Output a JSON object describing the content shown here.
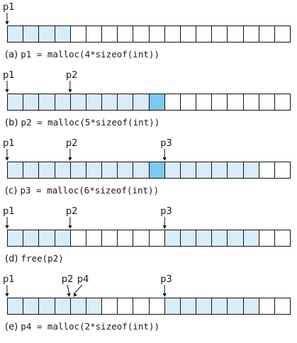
{
  "figure": {
    "total_cells": 18,
    "colors": {
      "allocated": "#d9ecf9",
      "padding": "#7cc9ef",
      "free": "#ffffff",
      "border": "#111111"
    },
    "panels": [
      {
        "id": "a",
        "caption_letter": "(a)",
        "caption_code": "p1 = malloc(4*sizeof(int))",
        "pointers": [
          {
            "label": "p1",
            "cell": 0
          }
        ],
        "cells": [
          "alloc",
          "alloc",
          "alloc",
          "alloc",
          "free",
          "free",
          "free",
          "free",
          "free",
          "free",
          "free",
          "free",
          "free",
          "free",
          "free",
          "free",
          "free",
          "free"
        ]
      },
      {
        "id": "b",
        "caption_letter": "(b)",
        "caption_code": "p2 = malloc(5*sizeof(int))",
        "pointers": [
          {
            "label": "p1",
            "cell": 0
          },
          {
            "label": "p2",
            "cell": 4
          }
        ],
        "cells": [
          "alloc",
          "alloc",
          "alloc",
          "alloc",
          "alloc",
          "alloc",
          "alloc",
          "alloc",
          "alloc",
          "pad",
          "free",
          "free",
          "free",
          "free",
          "free",
          "free",
          "free",
          "free"
        ]
      },
      {
        "id": "c",
        "caption_letter": "(c)",
        "caption_code": "p3 = malloc(6*sizeof(int))",
        "pointers": [
          {
            "label": "p1",
            "cell": 0
          },
          {
            "label": "p2",
            "cell": 4
          },
          {
            "label": "p3",
            "cell": 10
          }
        ],
        "cells": [
          "alloc",
          "alloc",
          "alloc",
          "alloc",
          "alloc",
          "alloc",
          "alloc",
          "alloc",
          "alloc",
          "pad",
          "alloc",
          "alloc",
          "alloc",
          "alloc",
          "alloc",
          "alloc",
          "free",
          "free"
        ]
      },
      {
        "id": "d",
        "caption_letter": "(d)",
        "caption_code": "free(p2)",
        "pointers": [
          {
            "label": "p1",
            "cell": 0
          },
          {
            "label": "p2",
            "cell": 4
          },
          {
            "label": "p3",
            "cell": 10
          }
        ],
        "cells": [
          "alloc",
          "alloc",
          "alloc",
          "alloc",
          "free",
          "free",
          "free",
          "free",
          "free",
          "free",
          "alloc",
          "alloc",
          "alloc",
          "alloc",
          "alloc",
          "alloc",
          "free",
          "free"
        ]
      },
      {
        "id": "e",
        "caption_letter": "(e)",
        "caption_code": "p4 = malloc(2*sizeof(int))",
        "pointers": [
          {
            "label": "p1",
            "cell": 0
          },
          {
            "label": "p2",
            "cell": 4,
            "slant": true
          },
          {
            "label": "p4",
            "cell": 4
          },
          {
            "label": "p3",
            "cell": 10
          }
        ],
        "cells": [
          "alloc",
          "alloc",
          "alloc",
          "alloc",
          "alloc",
          "alloc",
          "free",
          "free",
          "free",
          "free",
          "alloc",
          "alloc",
          "alloc",
          "alloc",
          "alloc",
          "alloc",
          "free",
          "free"
        ]
      }
    ]
  }
}
